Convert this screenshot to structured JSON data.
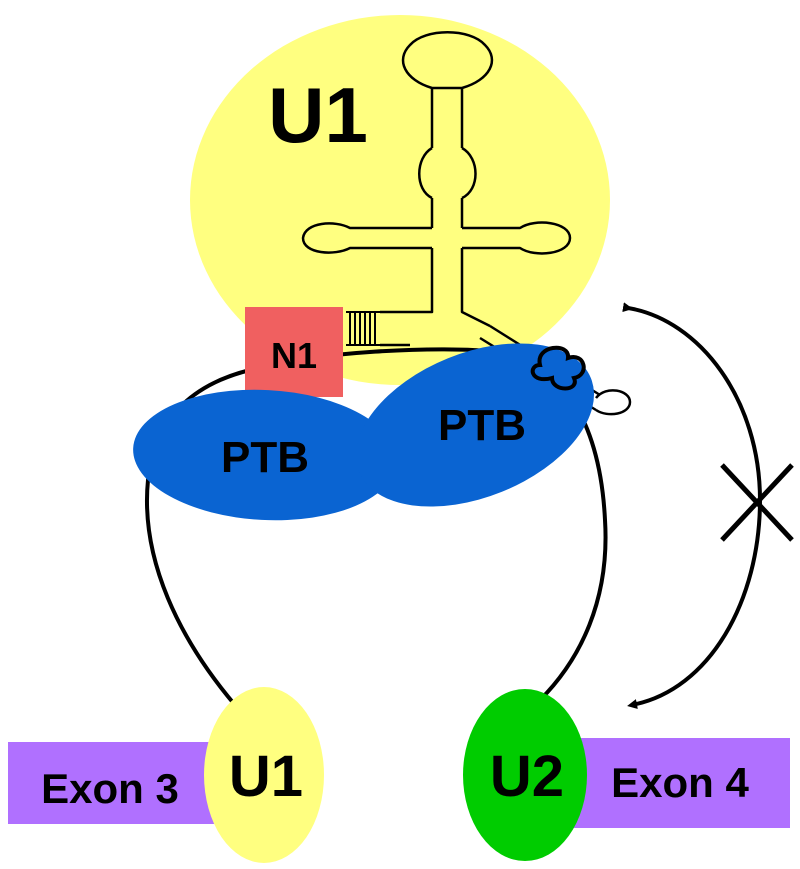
{
  "labels": {
    "u1_complex": "U1",
    "n1": "N1",
    "ptb_left": "PTB",
    "ptb_right": "PTB",
    "exon3": "Exon 3",
    "u1_small": "U1",
    "u2": "U2",
    "exon4": "Exon 4"
  },
  "colors": {
    "u1_yellow": "#ffff80",
    "n1_red": "#f06060",
    "ptb_blue": "#0a64d2",
    "u2_green": "#00cc00",
    "exon_purple": "#b070ff",
    "line_black": "#000000"
  },
  "symbols": {
    "blocked_interaction": "cross-icon",
    "double_arrow": "curved-double-arrow-icon"
  }
}
